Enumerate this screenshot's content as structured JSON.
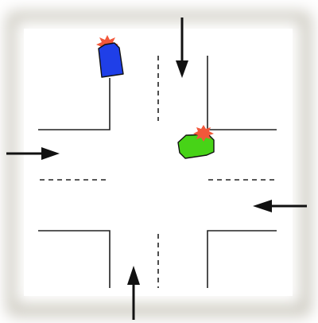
{
  "diagram": {
    "type": "intersection-traffic-diagram",
    "background_color": "#ffffff",
    "frame_color": "#cfccc3",
    "line_color": "#222222",
    "arrow_color": "#111111",
    "vehicles": [
      {
        "id": "car-blue",
        "color": "#1f3fe8",
        "flash_color": "#f2573a",
        "icon": "car-icon"
      },
      {
        "id": "car-green",
        "color": "#47d317",
        "flash_color": "#f2573a",
        "icon": "car-icon"
      }
    ],
    "arrows": [
      {
        "id": "arrow-from-north",
        "direction": "down",
        "icon": "arrow-down-icon"
      },
      {
        "id": "arrow-from-west",
        "direction": "right",
        "icon": "arrow-right-icon"
      },
      {
        "id": "arrow-from-east",
        "direction": "left",
        "icon": "arrow-left-icon"
      },
      {
        "id": "arrow-from-south",
        "direction": "up",
        "icon": "arrow-up-icon"
      }
    ]
  }
}
